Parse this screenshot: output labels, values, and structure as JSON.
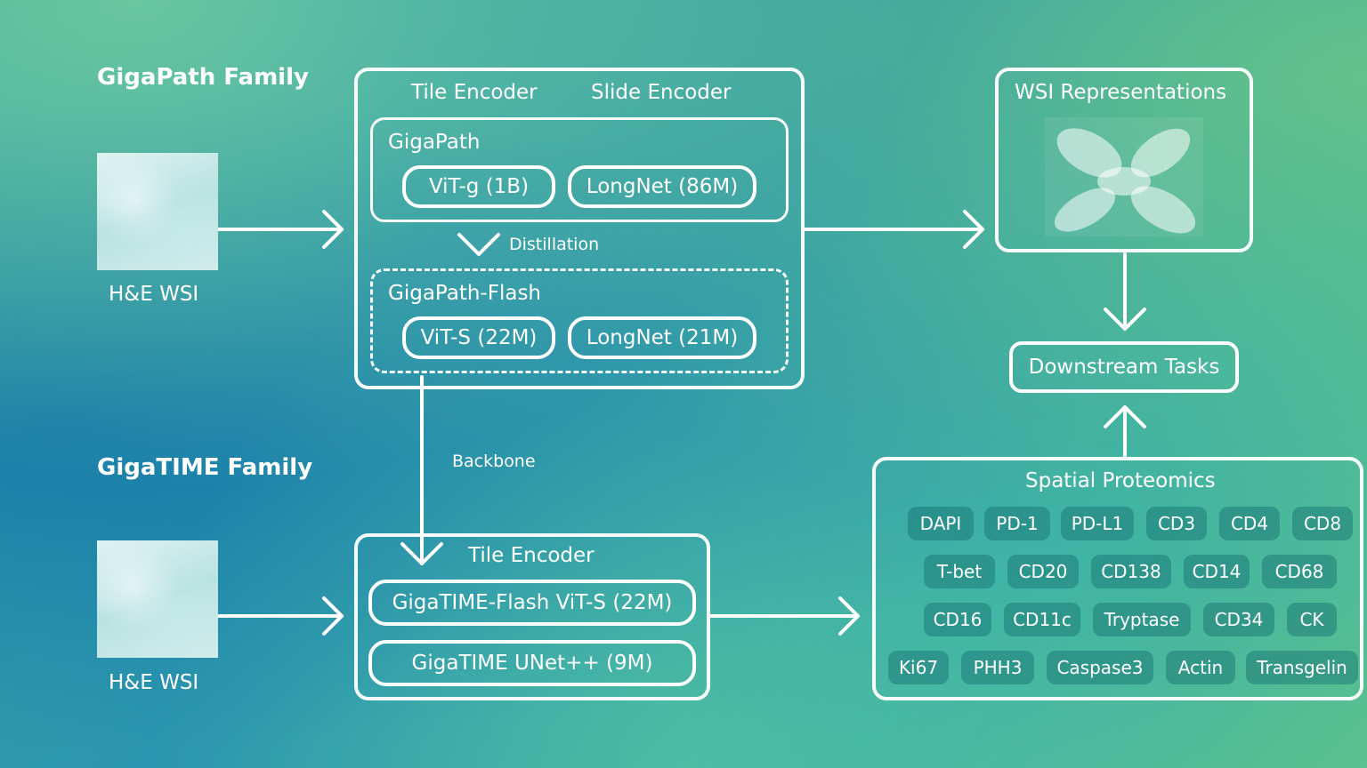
{
  "gigapath": {
    "family_title": "GigaPath Family",
    "wsi_label": "H&E WSI",
    "tile_encoder": "Tile Encoder",
    "slide_encoder": "Slide Encoder",
    "model_title": "GigaPath",
    "tile_model": "ViT-g (1B)",
    "slide_model": "LongNet (86M)",
    "distillation": "Distillation",
    "flash_title": "GigaPath-Flash",
    "flash_tile_model": "ViT-S (22M)",
    "flash_slide_model": "LongNet (21M)"
  },
  "wsi_representations": "WSI Representations",
  "downstream_tasks": "Downstream Tasks",
  "backbone": "Backbone",
  "gigatime": {
    "family_title": "GigaTIME Family",
    "wsi_label": "H&E WSI",
    "tile_encoder": "Tile Encoder",
    "flash_model": "GigaTIME-Flash ViT-S (22M)",
    "unet_model": "GigaTIME UNet++ (9M)"
  },
  "spatial_proteomics": {
    "title": "Spatial Proteomics",
    "markers": [
      "DAPI",
      "PD-1",
      "PD-L1",
      "CD3",
      "CD4",
      "CD8",
      "T-bet",
      "CD20",
      "CD138",
      "CD14",
      "CD68",
      "CD16",
      "CD11c",
      "Tryptase",
      "CD34",
      "CK",
      "Ki67",
      "PHH3",
      "Caspase3",
      "Actin",
      "Transgelin"
    ]
  }
}
